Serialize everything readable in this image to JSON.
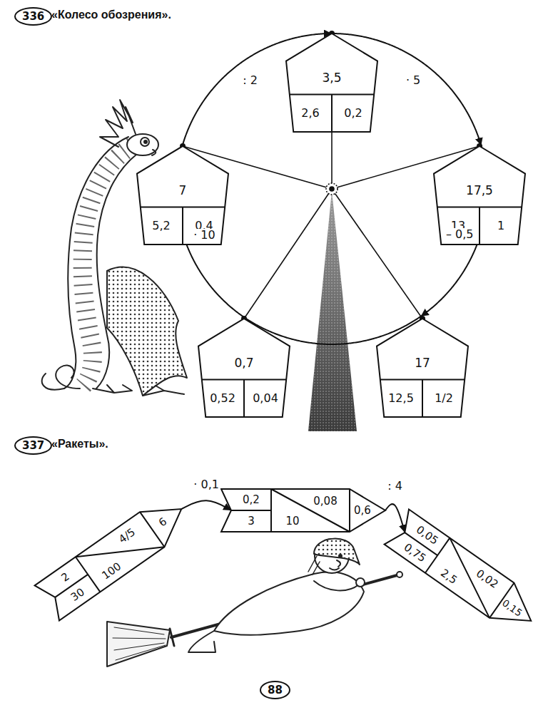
{
  "diagram": {
    "nodes": [
      {
        "text": [
          "336"
        ]
      },
      {
        "text": [
          "3,5",
          "2,6",
          "0,2"
        ]
      },
      {
        "text": [
          "7",
          "5,2",
          "0,4"
        ]
      },
      {
        "text": [
          "17,5",
          "13",
          "1"
        ]
      },
      {
        "text": [
          "0,7",
          "0,52",
          "0,04"
        ]
      },
      {
        "text": [
          "17",
          "12,5",
          "1/2"
        ]
      },
      {
        "text": [
          "337"
        ]
      },
      {
        "text": [
          "2",
          "30",
          "4/5",
          "100",
          "6"
        ]
      },
      {
        "text": [
          "0,2",
          "3",
          "0,08",
          "10",
          "0,6"
        ]
      },
      {
        "text": [
          "0,05",
          "0,75",
          "0,02",
          "2,5",
          "0,15"
        ]
      },
      {
        "text": [
          "88"
        ]
      }
    ],
    "edges": [
      {
        "from": 2,
        "to": 1,
        "arrow": "to",
        "label": ": 2"
      },
      {
        "from": 1,
        "to": 3,
        "arrow": "to",
        "label": "· 5"
      },
      {
        "from": 3,
        "to": 5,
        "arrow": "to",
        "label": "– 0,5"
      },
      {
        "from": 5,
        "to": 4,
        "arrow": "none"
      },
      {
        "from": 4,
        "to": 2,
        "arrow": "to",
        "label": "· 10"
      },
      {
        "from": 7,
        "to": 8,
        "arrow": "to",
        "label": "· 0,1"
      },
      {
        "from": 8,
        "to": 9,
        "arrow": "to",
        "label": ": 4"
      }
    ],
    "labels": [
      "«Колесо обозрения».",
      "«Ракеты»."
    ]
  }
}
